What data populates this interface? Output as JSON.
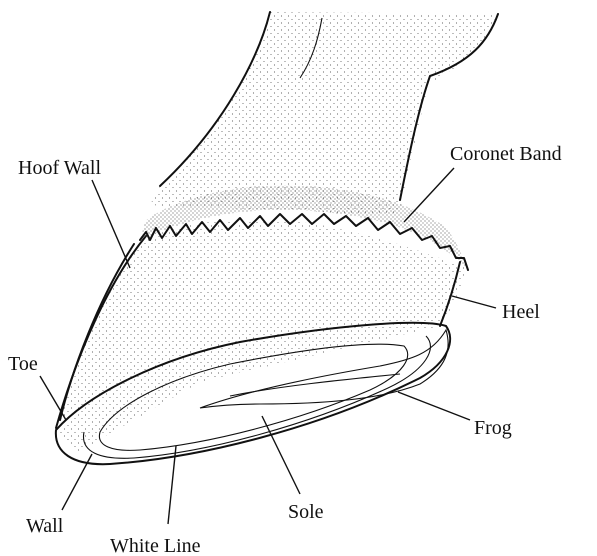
{
  "labels": {
    "hoof_wall": "Hoof Wall",
    "coronet_band": "Coronet Band",
    "heel": "Heel",
    "toe": "Toe",
    "frog": "Frog",
    "wall": "Wall",
    "sole": "Sole",
    "white_line": "White Line"
  },
  "colors": {
    "ink": "#111111",
    "paper": "#ffffff",
    "stipple": "#3a3a3a"
  }
}
